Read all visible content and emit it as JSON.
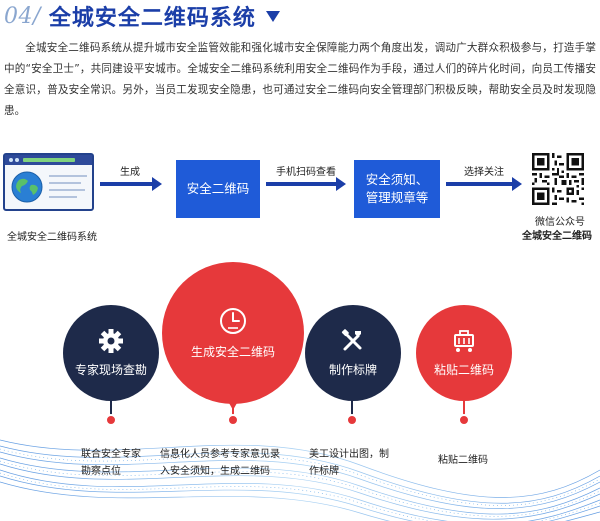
{
  "header": {
    "number": "04/",
    "title": "全城安全二维码系统"
  },
  "intro": "全城安全二维码系统从提升城市安全监管效能和强化城市安全保障能力两个角度出发，调动广大群众积极参与，打造手掌中的“安全卫士”，共同建设平安城市。全城安全二维码系统利用安全二维码作为手段，通过人们的碎片化时间，向员工传播安全意识，普及安全常识。另外，当员工发现安全隐患，也可通过安全二维码向安全管理部门积极反映，帮助安全员及时发现隐患。",
  "flow": {
    "system_caption": "全城安全二维码系统",
    "arrow1_label": "生成",
    "box1": "安全二维码",
    "arrow2_label": "手机扫码查看",
    "box2_line1": "安全须知、",
    "box2_line2": "管理规章等",
    "arrow3_label": "选择关注",
    "qr_caption1": "微信公众号",
    "qr_caption2": "全城安全二维码"
  },
  "steps": [
    {
      "label": "专家现场查勘",
      "icon": "gear-icon",
      "color": "#1e2a4a",
      "desc_line1": "联合安全专家",
      "desc_line2": "勘察点位"
    },
    {
      "label": "生成安全二维码",
      "icon": "clock-icon",
      "color": "#e6393b",
      "desc_line1": "信息化人员参考专家意见录",
      "desc_line2": "入安全须知，生成二维码"
    },
    {
      "label": "制作标牌",
      "icon": "tools-icon",
      "color": "#1e2a4a",
      "desc_line1": "美工设计出图，制",
      "desc_line2": "作标牌"
    },
    {
      "label": "粘贴二维码",
      "icon": "cart-icon",
      "color": "#e6393b",
      "desc_line1": "粘贴二维码",
      "desc_line2": ""
    }
  ],
  "colors": {
    "brand_blue": "#1b3ea8",
    "box_blue": "#1f5bd8",
    "navy": "#1e2a4a",
    "red": "#e6393b"
  }
}
